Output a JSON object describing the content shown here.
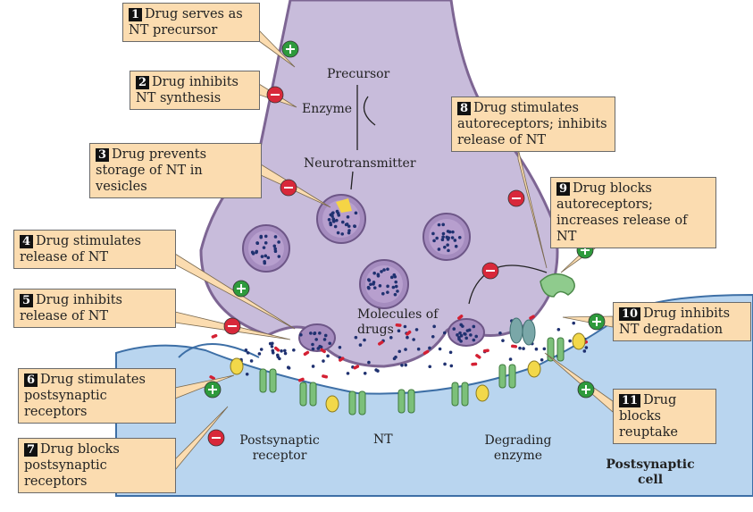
{
  "callouts": [
    {
      "num": "1",
      "text": "Drug serves as NT precursor",
      "sign": "plus"
    },
    {
      "num": "2",
      "text": "Drug inhibits NT synthesis",
      "sign": "minus"
    },
    {
      "num": "3",
      "text": "Drug prevents storage of NT in vesicles",
      "sign": "minus"
    },
    {
      "num": "4",
      "text": "Drug stimulates release of NT",
      "sign": "plus"
    },
    {
      "num": "5",
      "text": "Drug inhibits release of NT",
      "sign": "minus"
    },
    {
      "num": "6",
      "text": "Drug stimulates postsynaptic receptors",
      "sign": "plus"
    },
    {
      "num": "7",
      "text": "Drug blocks postsynaptic receptors",
      "sign": "minus"
    },
    {
      "num": "8",
      "text": "Drug stimulates autoreceptors;  inhibits release of NT",
      "sign": "minus"
    },
    {
      "num": "9",
      "text": "Drug blocks autoreceptors; increases release of NT",
      "sign": "plus"
    },
    {
      "num": "10",
      "text": "Drug inhibits NT degradation",
      "sign": "plus"
    },
    {
      "num": "11",
      "text": "Drug blocks reuptake",
      "sign": "plus"
    }
  ],
  "labels": {
    "precursor": "Precursor",
    "enzyme": "Enzyme",
    "neurotransmitter": "Neurotransmitter",
    "molecules_of_drugs": "Molecules of drugs",
    "nt": "NT",
    "postsynaptic_receptor": "Postsynaptic receptor",
    "degrading_enzyme": "Degrading enzyme",
    "postsynaptic_cell": "Postsynaptic cell"
  },
  "colors": {
    "presynaptic": "#c8bcdb",
    "membrane": "#7d6593",
    "postsynaptic": "#b9d5ef",
    "callout_fill": "#fbdcb0",
    "plus": "#2e9a3c",
    "minus": "#d8283a",
    "receptor": "#7cc07a",
    "enzyme": "#f2d84a",
    "nt_dot": "#1f3170",
    "drug": "#d42033"
  }
}
